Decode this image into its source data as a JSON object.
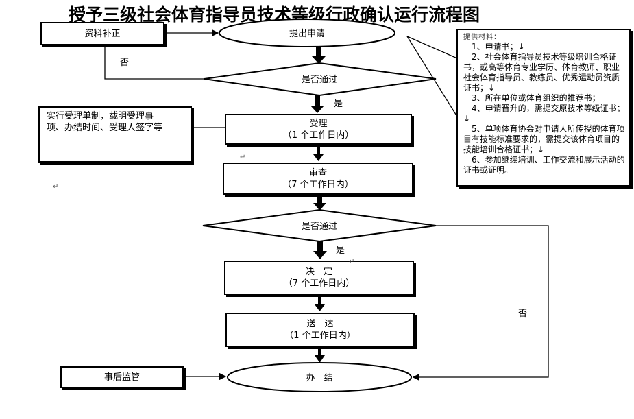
{
  "title": "授予三级社会体育指导员技术等级行政确认运行流程图",
  "para_mark": "↵",
  "nodes": {
    "resubmit": "资料补正",
    "apply": "提出申请",
    "check1": "是否通过",
    "accept_title": "受理",
    "accept_time": "（1 个工作日内）",
    "review_title": "审查",
    "review_time": "（7 个工作日内）",
    "check2": "是否通过",
    "decide_title": "决　定",
    "decide_time": "（7 个工作日内）",
    "deliver_title": "送　达",
    "deliver_time": "（1 个工作日内）",
    "finish": "办　结",
    "supervise": "事后监管"
  },
  "labels": {
    "no1": "否",
    "yes1": "是",
    "yes2": "是",
    "no2": "否"
  },
  "accept_note": {
    "line1": "实行受理单制，载明受理事",
    "line2": "项、办结时间、受理人签字等"
  },
  "materials": {
    "heading": "提供材料：",
    "items": [
      "1、申请书；↓",
      "2、社会体育指导员技术等级培训合格证书，或高等体育专业学历、体育教师、职业社会体育指导员、教练员、优秀运动员资质证书；↓",
      "3、所在单位或体育组织的推荐书；",
      "4、申请晋升的，需提交原技术等级证书；↓",
      "5、单项体育协会对申请人所传授的体育项目有技能标准要求的，需提交该体育项目的技能培训合格证书；↓",
      "6、参加继续培训、工作交流和展示活动的证书或证明。"
    ]
  }
}
